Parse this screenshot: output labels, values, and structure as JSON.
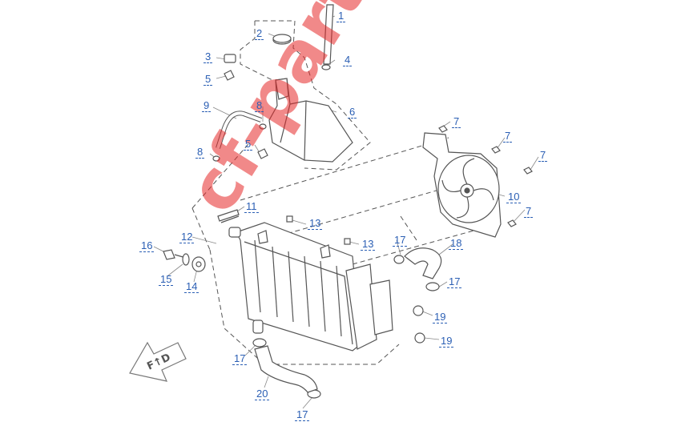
{
  "diagram": {
    "watermark": "cf-parts.ru",
    "direction_marker": "F↑D",
    "callouts": [
      {
        "id": "c1",
        "label": "1"
      },
      {
        "id": "c2",
        "label": "2"
      },
      {
        "id": "c3",
        "label": "3"
      },
      {
        "id": "c4",
        "label": "4"
      },
      {
        "id": "c5a",
        "label": "5"
      },
      {
        "id": "c5b",
        "label": "5"
      },
      {
        "id": "c6",
        "label": "6"
      },
      {
        "id": "c7a",
        "label": "7"
      },
      {
        "id": "c7b",
        "label": "7"
      },
      {
        "id": "c7c",
        "label": "7"
      },
      {
        "id": "c7d",
        "label": "7"
      },
      {
        "id": "c8a",
        "label": "8"
      },
      {
        "id": "c8b",
        "label": "8"
      },
      {
        "id": "c9",
        "label": "9"
      },
      {
        "id": "c10",
        "label": "10"
      },
      {
        "id": "c11",
        "label": "11"
      },
      {
        "id": "c12",
        "label": "12"
      },
      {
        "id": "c13a",
        "label": "13"
      },
      {
        "id": "c13b",
        "label": "13"
      },
      {
        "id": "c14",
        "label": "14"
      },
      {
        "id": "c15",
        "label": "15"
      },
      {
        "id": "c16",
        "label": "16"
      },
      {
        "id": "c17a",
        "label": "17"
      },
      {
        "id": "c17b",
        "label": "17"
      },
      {
        "id": "c17c",
        "label": "17"
      },
      {
        "id": "c17d",
        "label": "17"
      },
      {
        "id": "c18",
        "label": "18"
      },
      {
        "id": "c19a",
        "label": "19"
      },
      {
        "id": "c19b",
        "label": "19"
      },
      {
        "id": "c20",
        "label": "20"
      }
    ]
  }
}
